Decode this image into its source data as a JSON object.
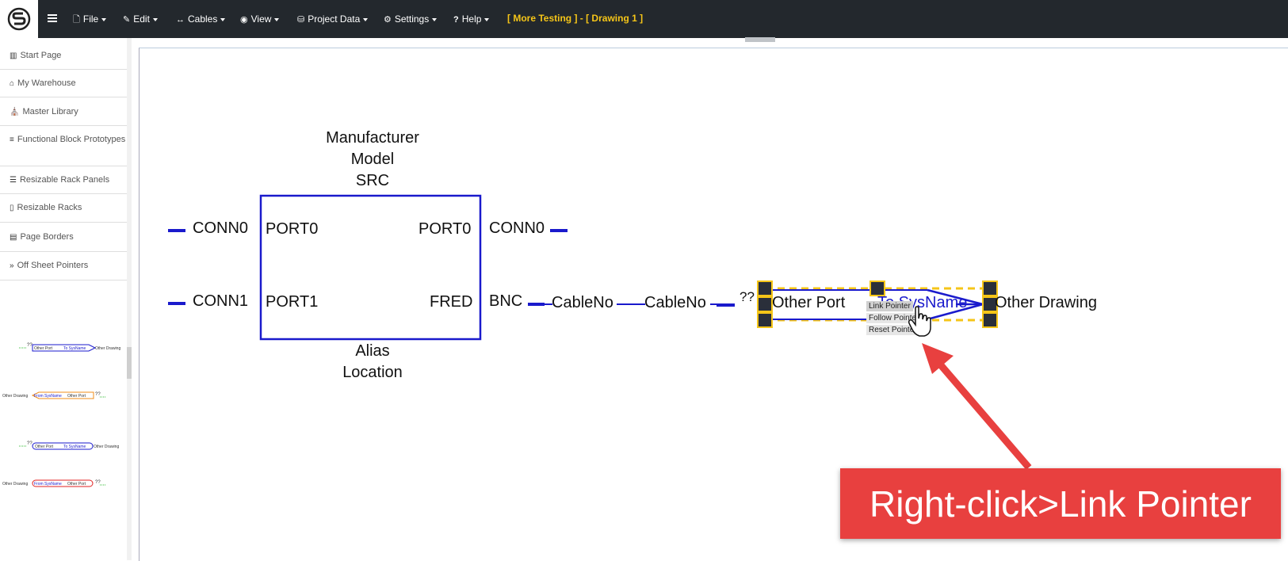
{
  "header": {
    "menu": [
      {
        "label": "File",
        "icon": "file-icon"
      },
      {
        "label": "Edit",
        "icon": "edit-icon"
      },
      {
        "label": "Cables",
        "icon": "arrows-icon"
      },
      {
        "label": "View",
        "icon": "eye-icon"
      },
      {
        "label": "Project Data",
        "icon": "database-icon"
      },
      {
        "label": "Settings",
        "icon": "gear-icon"
      },
      {
        "label": "Help",
        "icon": "question-icon"
      }
    ],
    "title": "[ More Testing ] - [ Drawing 1 ]"
  },
  "sidebar": {
    "items": [
      {
        "label": "Start Page",
        "icon": "columns-icon"
      },
      {
        "label": "My Warehouse",
        "icon": "warehouse-icon"
      },
      {
        "label": "Master Library",
        "icon": "library-icon"
      },
      {
        "label": "Functional Block Prototypes",
        "icon": "stack-icon"
      },
      {
        "label": "Resizable Rack Panels",
        "icon": "rack-panel-icon"
      },
      {
        "label": "Resizable Racks",
        "icon": "rack-icon"
      },
      {
        "label": "Page Borders",
        "icon": "page-border-icon"
      },
      {
        "label": "Off Sheet Pointers",
        "icon": "double-chevron-icon"
      }
    ],
    "thumbnails": [
      {
        "q": "??",
        "port": "Other Port",
        "sys": "To SysName",
        "drawing": "Other Drawing"
      },
      {
        "drawing": "Other Drawing",
        "sys": "From SysName",
        "port": "Other Port",
        "q": "??"
      },
      {
        "q": "??",
        "port": "Other Port",
        "sys": "To SysName",
        "drawing": "Other Drawing"
      },
      {
        "drawing": "Other Drawing",
        "sys": "From SysName",
        "port": "Other Port",
        "q": "??"
      }
    ]
  },
  "block": {
    "manufacturer": "Manufacturer",
    "model": "Model",
    "src": "SRC",
    "alias": "Alias",
    "location": "Location",
    "left_ports": [
      "PORT0",
      "PORT1"
    ],
    "right_ports": [
      "PORT0",
      "FRED"
    ],
    "left_conns": [
      "CONN0",
      "CONN1"
    ],
    "right_conns": [
      "CONN0",
      "BNC"
    ]
  },
  "cable": {
    "label1": "CableNo",
    "label2": "CableNo"
  },
  "pointer": {
    "question": "??",
    "other_port": "Other Port",
    "sysname": "To SysName",
    "other_drawing": "Other Drawing"
  },
  "context_menu": {
    "items": [
      "Link Pointer",
      "Follow Pointer",
      "Reset Pointer"
    ]
  },
  "callout": {
    "text": "Right-click>Link Pointer"
  },
  "colors": {
    "accent_blue": "#1a1acc",
    "selection_yellow": "#f5c518",
    "callout_red": "#e8403f",
    "title_yellow": "#f5c518"
  }
}
